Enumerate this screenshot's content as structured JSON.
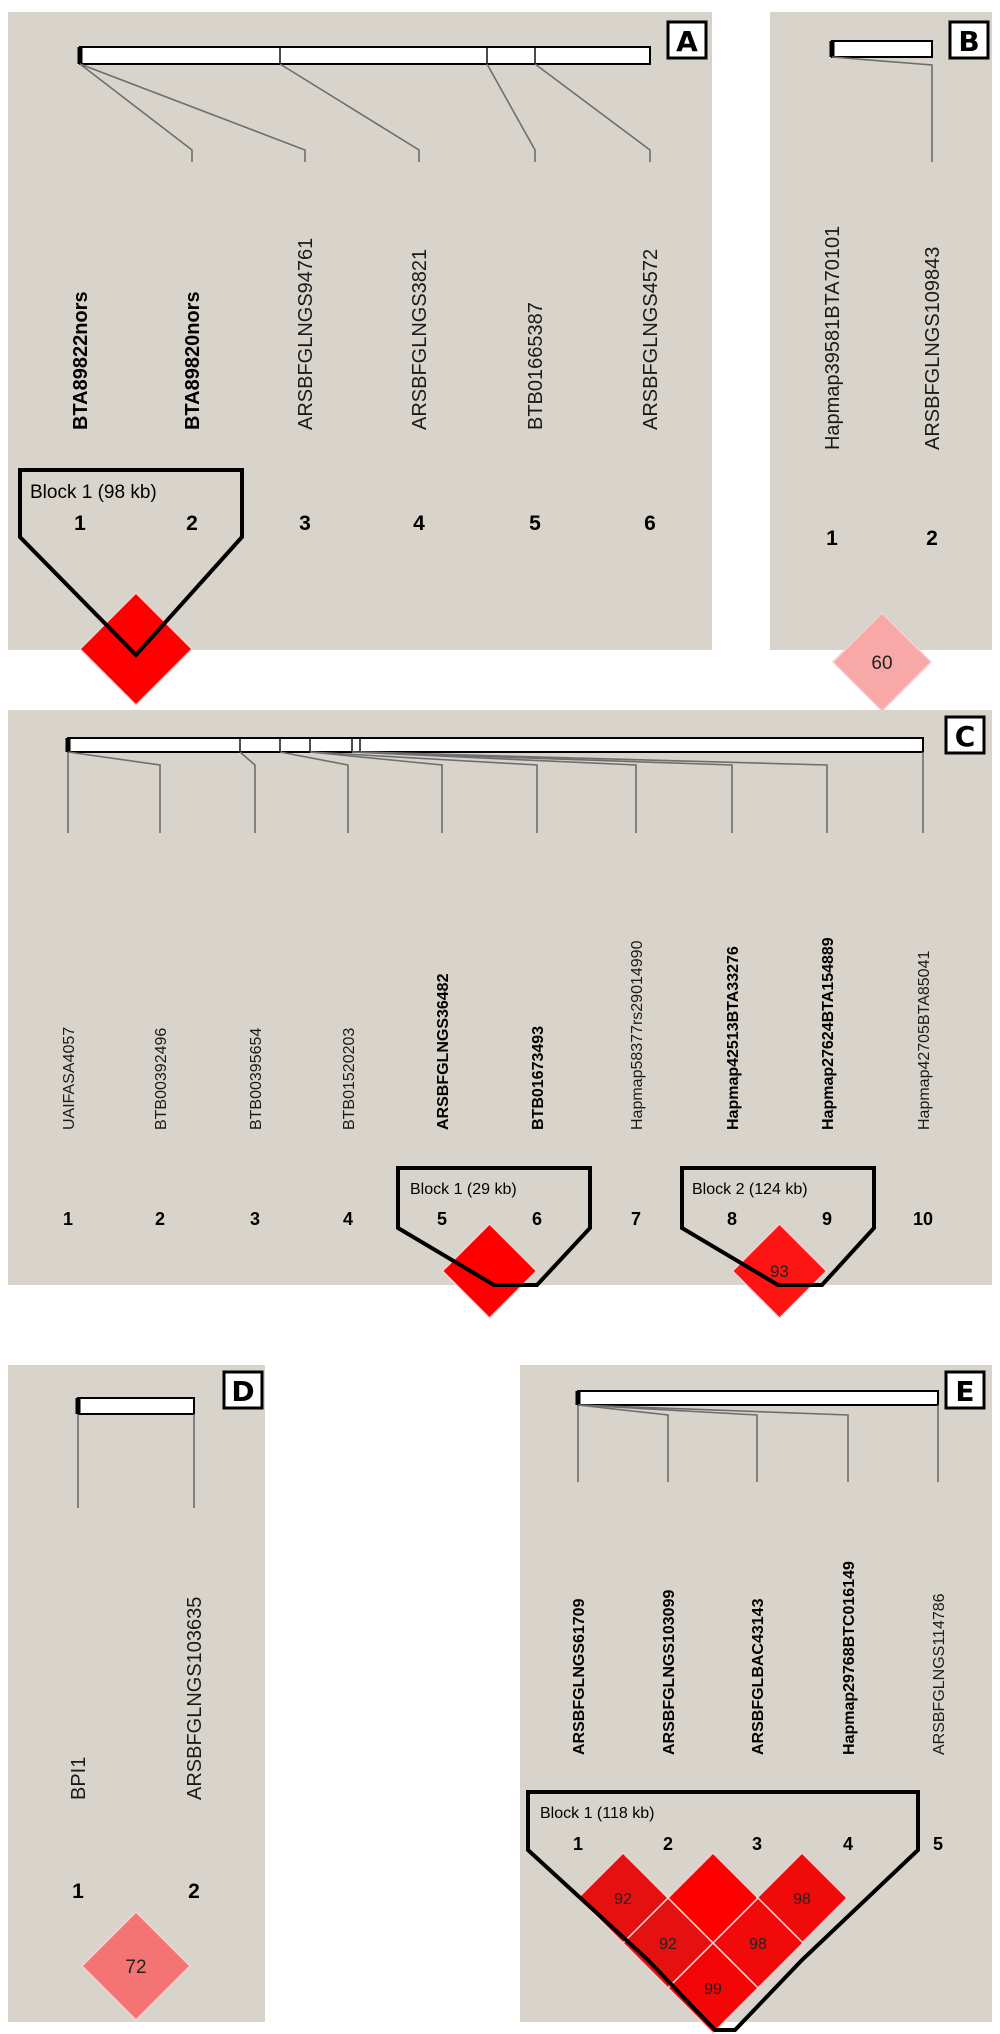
{
  "panels": [
    {
      "letter": "A",
      "markers": [
        {
          "name": "BTA89822nors",
          "index": "1",
          "bold": true
        },
        {
          "name": "BTA89820nors",
          "index": "2",
          "bold": true
        },
        {
          "name": "ARSBFGLNGS94761",
          "index": "3",
          "bold": false
        },
        {
          "name": "ARSBFGLNGS3821",
          "index": "4",
          "bold": false
        },
        {
          "name": "BTB01665387",
          "index": "5",
          "bold": false
        },
        {
          "name": "ARSBFGLNGS4572",
          "index": "6",
          "bold": false
        }
      ],
      "blocks": [
        {
          "label": "Block 1 (98 kb)"
        }
      ],
      "cells": [
        {
          "value": "",
          "color": "#ff0000"
        }
      ]
    },
    {
      "letter": "B",
      "markers": [
        {
          "name": "Hapmap39581BTA70101",
          "index": "1",
          "bold": false
        },
        {
          "name": "ARSBFGLNGS109843",
          "index": "2",
          "bold": false
        }
      ],
      "blocks": [],
      "cells": [
        {
          "value": "60",
          "color": "#f9a8a8"
        }
      ]
    },
    {
      "letter": "C",
      "markers": [
        {
          "name": "UAIFASA4057",
          "index": "1",
          "bold": false
        },
        {
          "name": "BTB00392496",
          "index": "2",
          "bold": false
        },
        {
          "name": "BTB00395654",
          "index": "3",
          "bold": false
        },
        {
          "name": "BTB01520203",
          "index": "4",
          "bold": false
        },
        {
          "name": "ARSBFGLNGS36482",
          "index": "5",
          "bold": true
        },
        {
          "name": "BTB01673493",
          "index": "6",
          "bold": true
        },
        {
          "name": "Hapmap58377rs29014990",
          "index": "7",
          "bold": false
        },
        {
          "name": "Hapmap42513BTA33276",
          "index": "8",
          "bold": true
        },
        {
          "name": "Hapmap27624BTA154889",
          "index": "9",
          "bold": true
        },
        {
          "name": "Hapmap42705BTA85041",
          "index": "10",
          "bold": false
        }
      ],
      "blocks": [
        {
          "label": "Block 1 (29 kb)"
        },
        {
          "label": "Block 2 (124 kb)"
        }
      ],
      "cells": [
        {
          "value": "",
          "color": "#ff0000"
        },
        {
          "value": "93",
          "color": "#ff1414"
        }
      ]
    },
    {
      "letter": "D",
      "markers": [
        {
          "name": "BPI1",
          "index": "1",
          "bold": false
        },
        {
          "name": "ARSBFGLNGS103635",
          "index": "2",
          "bold": false
        }
      ],
      "blocks": [],
      "cells": [
        {
          "value": "72",
          "color": "#f47474"
        }
      ]
    },
    {
      "letter": "E",
      "markers": [
        {
          "name": "ARSBFGLNGS61709",
          "index": "1",
          "bold": true
        },
        {
          "name": "ARSBFGLNGS103099",
          "index": "2",
          "bold": true
        },
        {
          "name": "ARSBFGLBAC43143",
          "index": "3",
          "bold": true
        },
        {
          "name": "Hapmap29768BTC016149",
          "index": "4",
          "bold": true
        },
        {
          "name": "ARSBFGLNGS114786",
          "index": "5",
          "bold": false
        }
      ],
      "blocks": [
        {
          "label": "Block 1 (118 kb)"
        }
      ],
      "cells": [
        {
          "value": "92",
          "color": "#e51010"
        },
        {
          "value": "",
          "color": "#ff0000"
        },
        {
          "value": "98",
          "color": "#f00a0a"
        },
        {
          "value": "92",
          "color": "#e51010"
        },
        {
          "value": "98",
          "color": "#f00a0a"
        },
        {
          "value": "99",
          "color": "#f50606"
        }
      ]
    }
  ]
}
